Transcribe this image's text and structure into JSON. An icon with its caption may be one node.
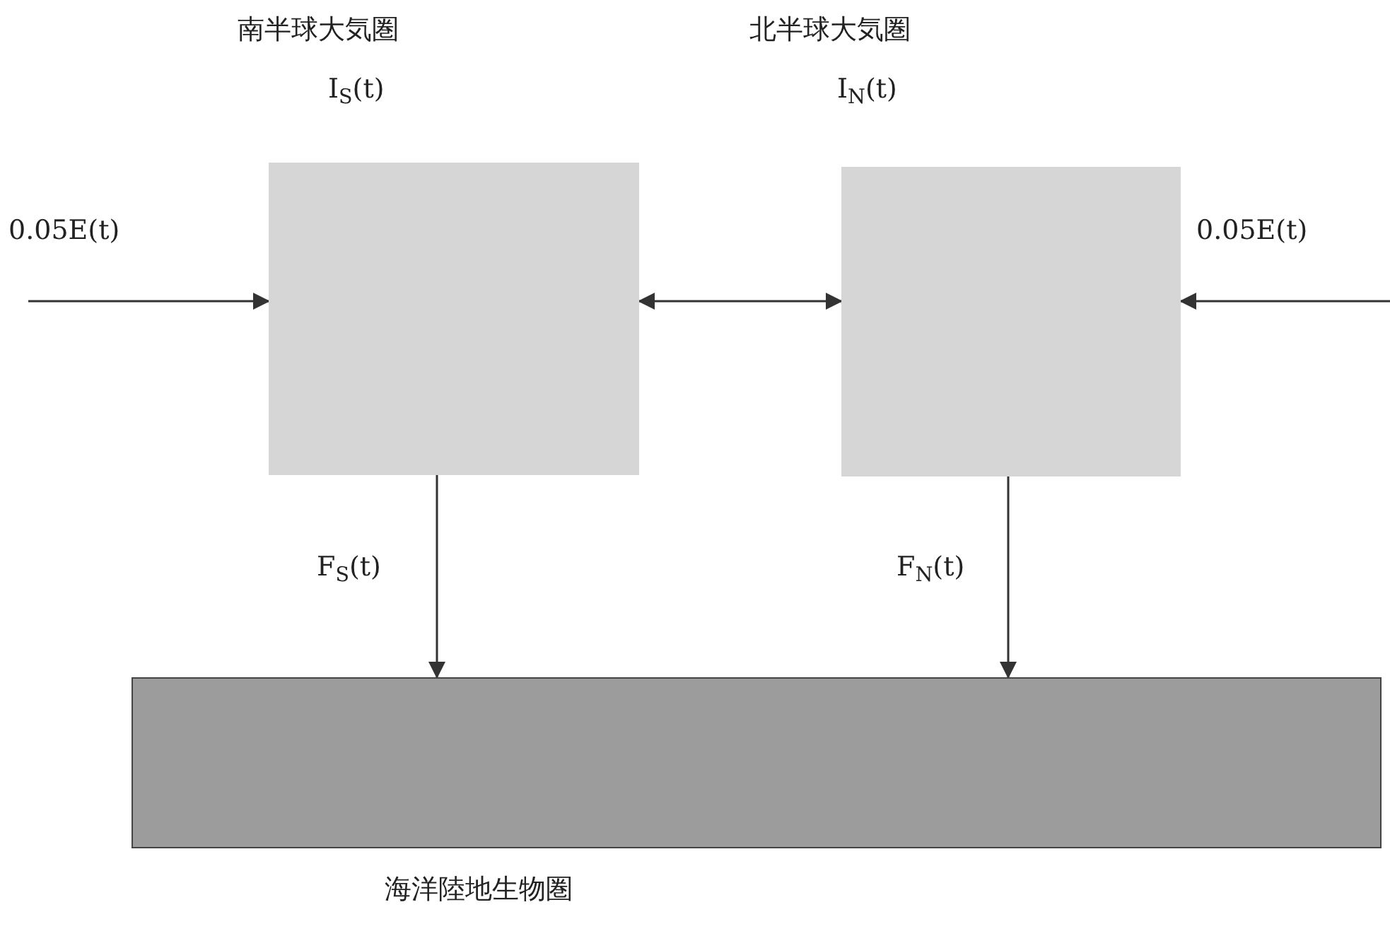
{
  "diagram": {
    "nodes": [
      {
        "text": [
          "南半球大気圏",
          "I$_{S}$(t)"
        ]
      },
      {
        "text": [
          "北半球大気圏",
          "I$_{N}$(t)"
        ]
      },
      {
        "text": [
          "海洋陸地生物圏"
        ]
      }
    ],
    "edges": [
      {
        "from": null,
        "to": 0,
        "arrow": "to",
        "label": "0.05E(t)"
      },
      {
        "from": 0,
        "to": 1,
        "arrow": "both"
      },
      {
        "from": null,
        "to": 1,
        "arrow": "to",
        "label": "0.05E(t)"
      },
      {
        "from": 0,
        "to": 2,
        "arrow": "to",
        "label": "F$_{S}$(t)"
      },
      {
        "from": 1,
        "to": 2,
        "arrow": "to",
        "label": "F$_{N}$(t)"
      }
    ]
  }
}
